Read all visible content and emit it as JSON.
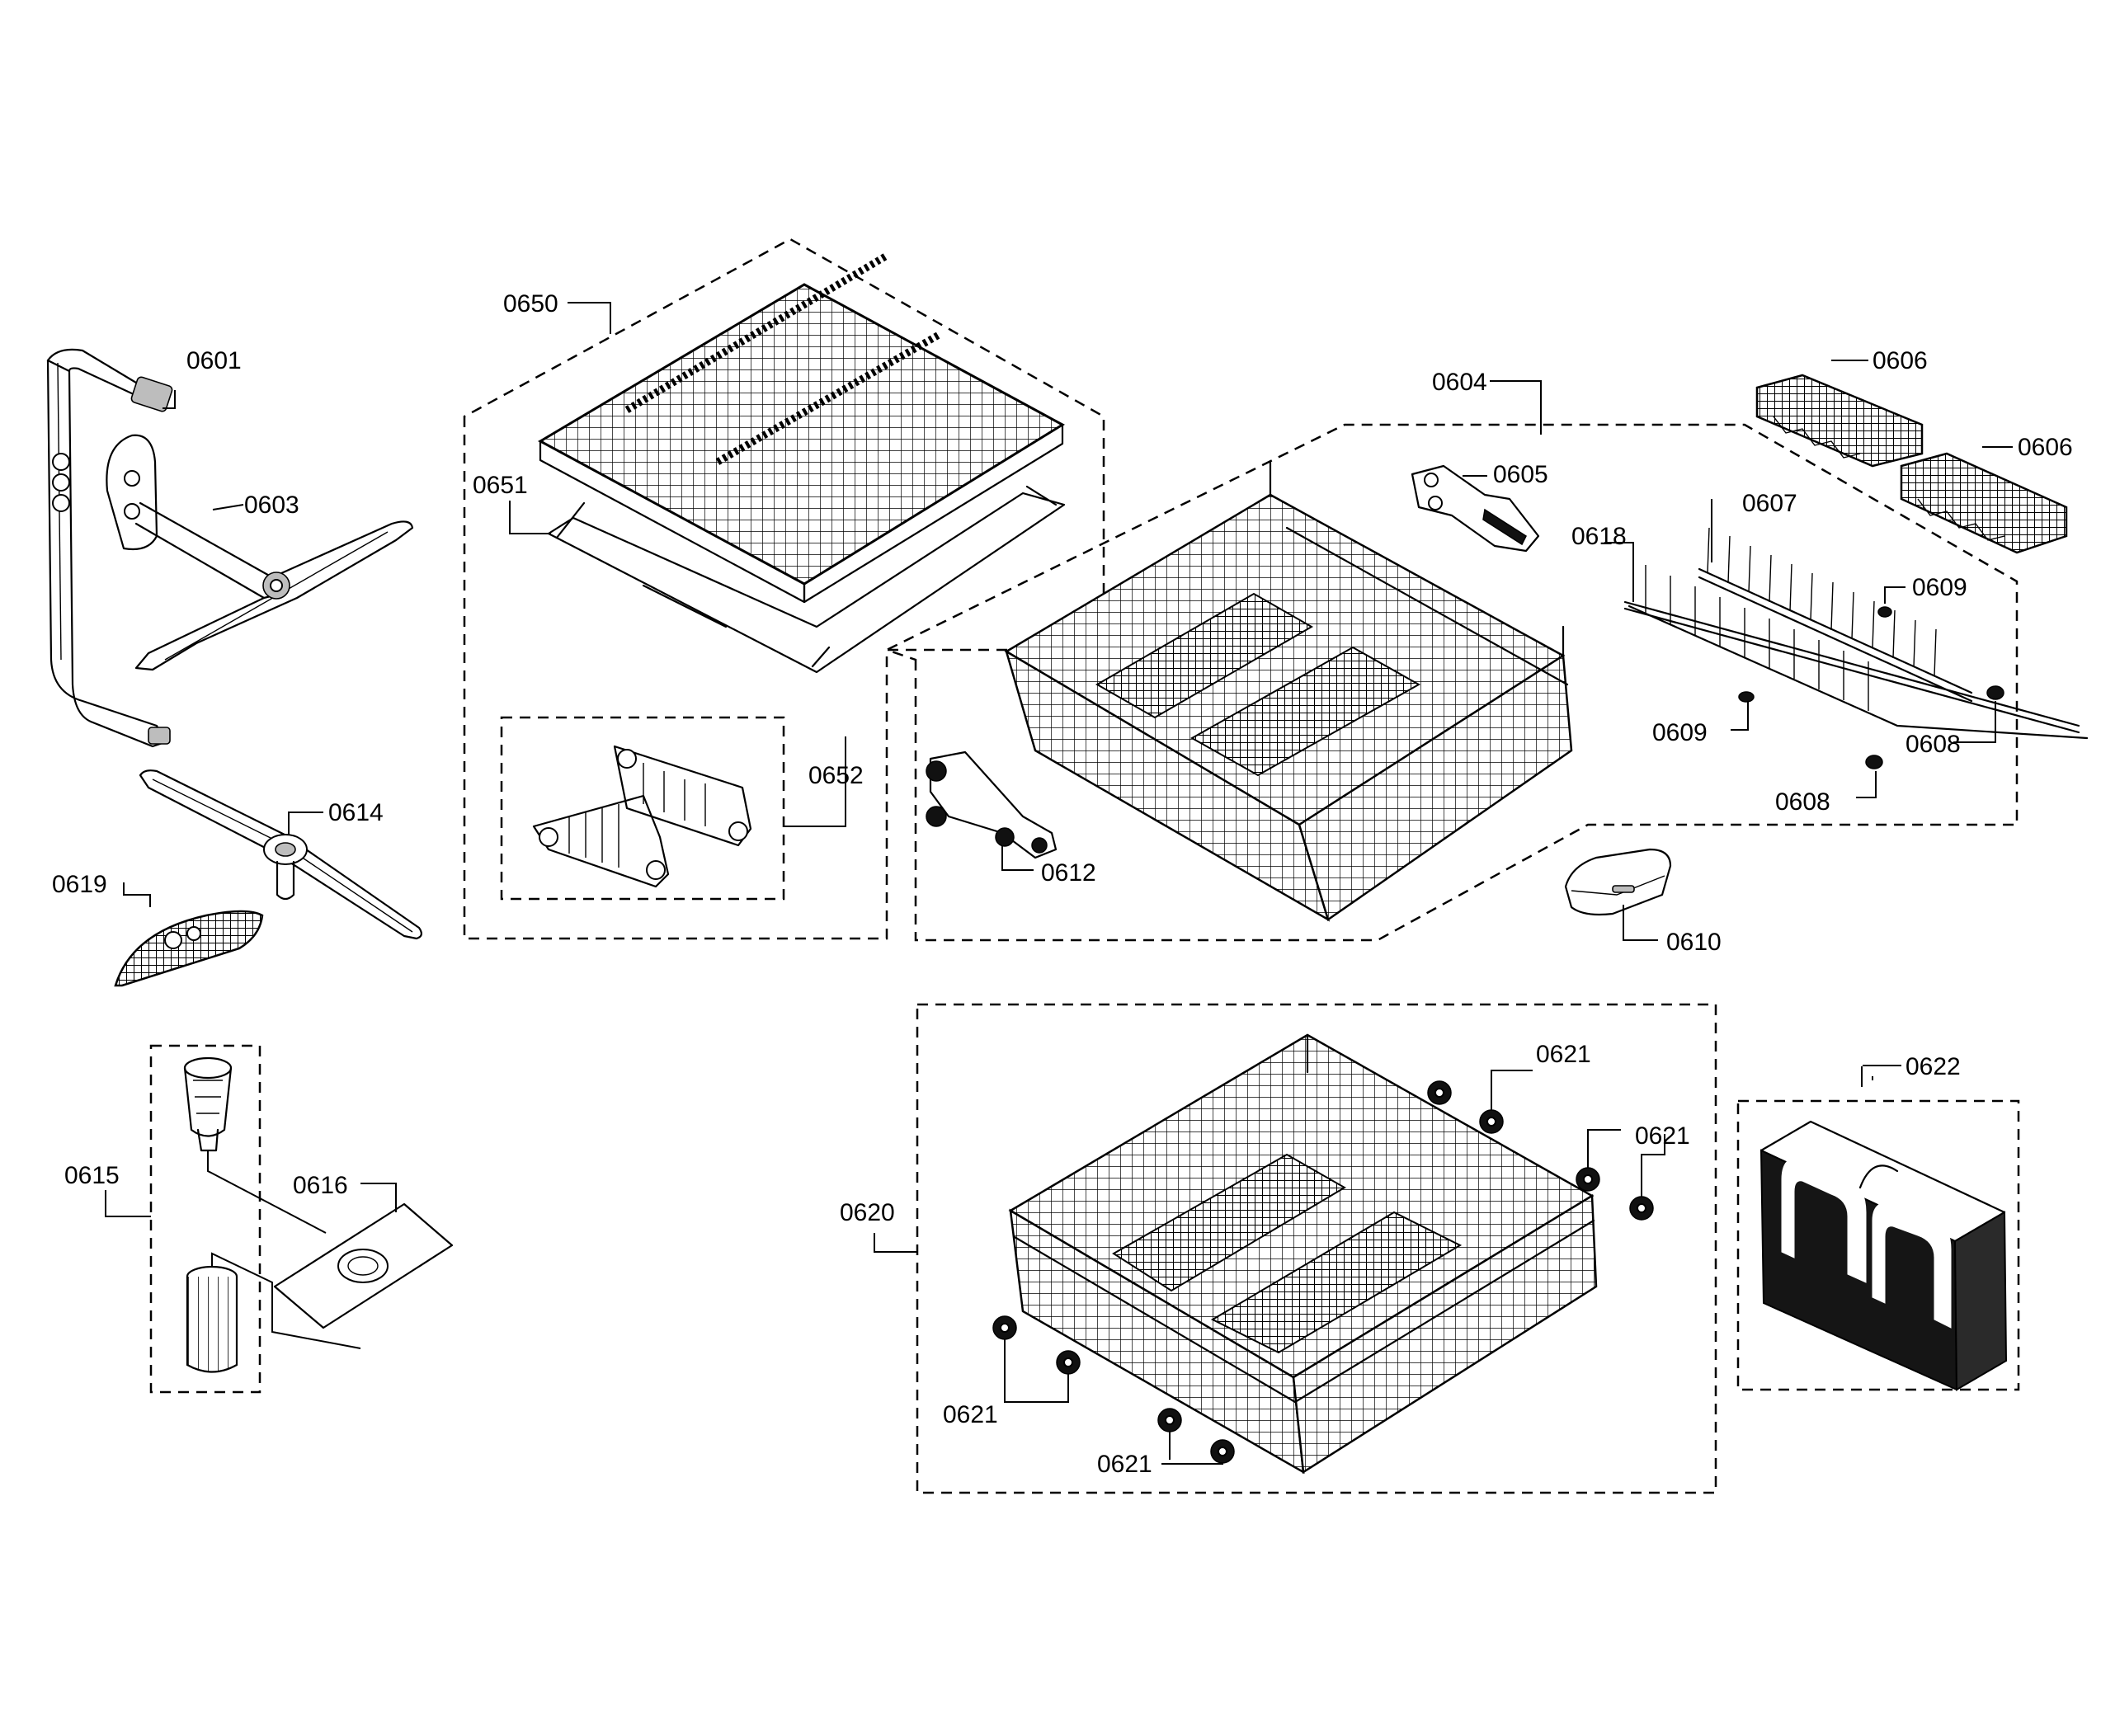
{
  "labels": {
    "p0601": "0601",
    "p0603": "0603",
    "p0604": "0604",
    "p0605": "0605",
    "p0606a": "0606",
    "p0606b": "0606",
    "p0607": "0607",
    "p0608a": "0608",
    "p0608b": "0608",
    "p0609a": "0609",
    "p0609b": "0609",
    "p0610": "0610",
    "p0612": "0612",
    "p0614": "0614",
    "p0615": "0615",
    "p0616": "0616",
    "p0618": "0618",
    "p0619": "0619",
    "p0620": "0620",
    "p0621a": "0621",
    "p0621b": "0621",
    "p0621c": "0621",
    "p0621d": "0621",
    "p0622": "0622",
    "p0650": "0650",
    "p0651": "0651",
    "p0652": "0652"
  }
}
